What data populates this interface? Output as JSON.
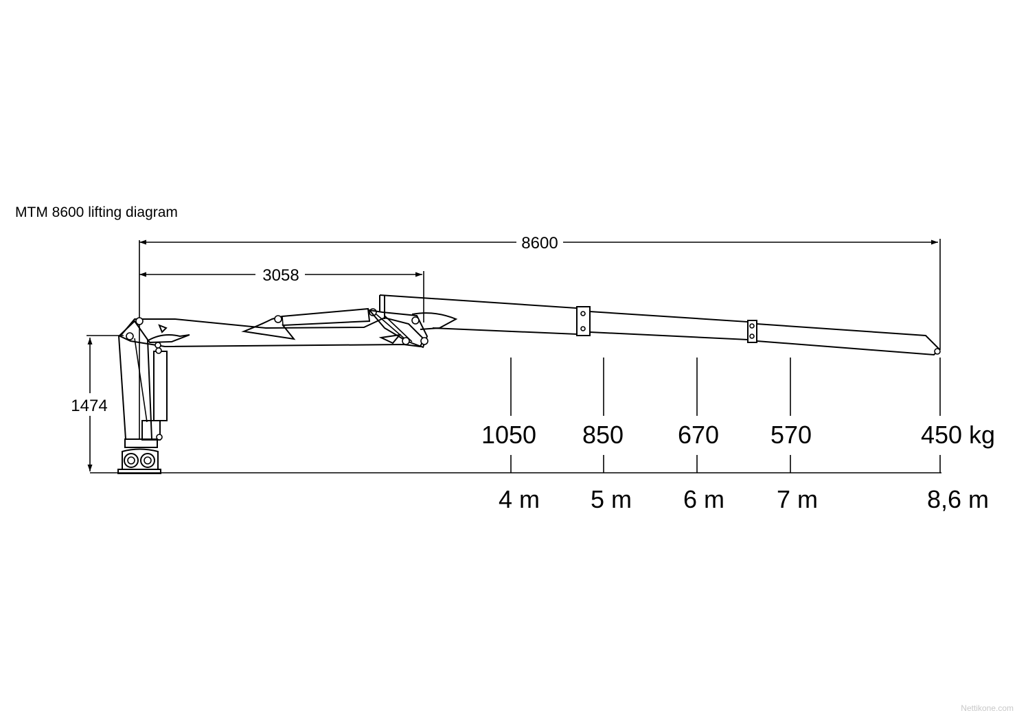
{
  "title": "MTM 8600 lifting diagram",
  "dimensions": {
    "total_reach": "8600",
    "first_boom": "3058",
    "height": "1474"
  },
  "load_points": [
    {
      "load": "1050",
      "distance": "4 m"
    },
    {
      "load": "850",
      "distance": "5 m"
    },
    {
      "load": "670",
      "distance": "6 m"
    },
    {
      "load": "570",
      "distance": "7 m"
    },
    {
      "load": "450 kg",
      "distance": "8,6 m"
    }
  ],
  "watermark": "Nettikone.com"
}
